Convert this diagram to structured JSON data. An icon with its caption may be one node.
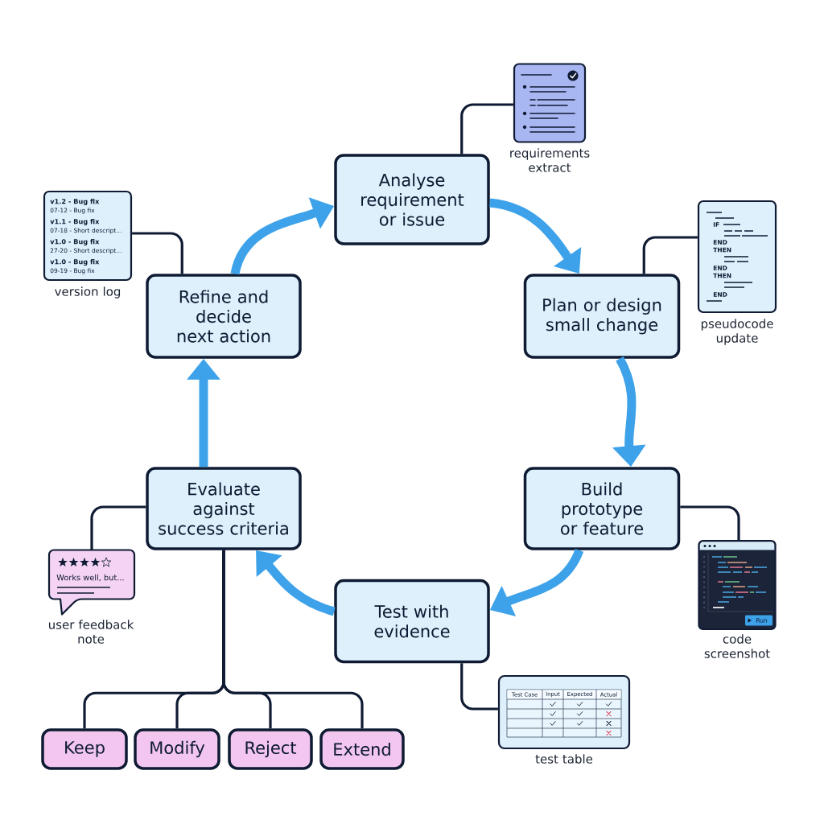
{
  "diagram": {
    "nodes": [
      {
        "text": [
          "Analyse requirement or issue"
        ]
      },
      {
        "text": [],
        "shape": "document",
        "beside": [
          "requirements extract"
        ]
      },
      {
        "text": [
          "v1.2 - Bug fix",
          "07-12 - Bug fix",
          "v1.1 - Bug fix",
          "07-18 - Short descript...",
          "v1.0 - Bug fix",
          "27-20 - Short descript...",
          "v1.0 - Bug fix",
          "09-19 - Bug fix"
        ],
        "beside": [
          "version log"
        ]
      },
      {
        "text": [
          "Refine and decide next action"
        ]
      },
      {
        "text": [
          "Plan or design small change"
        ]
      },
      {
        "text": [
          "IF",
          "END",
          "THEN",
          "END",
          "THEN",
          "END"
        ],
        "beside": [
          "pseudocode update"
        ]
      },
      {
        "text": [
          "Evaluate against success criteria"
        ]
      },
      {
        "text": [
          "Works well, but..."
        ],
        "beside": [
          "user feedback note"
        ]
      },
      {
        "text": [
          "Build prototype or feature"
        ]
      },
      {
        "text": [
          "Run"
        ],
        "beside": [
          "code screenshot"
        ]
      },
      {
        "text": [
          "Test with evidence"
        ]
      },
      {
        "text": [
          "Test Case",
          "Input",
          "Expected",
          "Actual"
        ],
        "beside": [
          "test table"
        ]
      },
      {
        "text": [
          "Keep"
        ]
      },
      {
        "text": [
          "Modify"
        ]
      },
      {
        "text": [
          "Reject"
        ]
      },
      {
        "text": [
          "Extend"
        ]
      }
    ],
    "edges": [
      {
        "from": 3,
        "to": 0,
        "arrow": "to",
        "style": "thick",
        "color": "#3da2e9"
      },
      {
        "from": 0,
        "to": 4,
        "arrow": "to",
        "style": "thick",
        "color": "#3da2e9"
      },
      {
        "from": 4,
        "to": 8,
        "arrow": "to",
        "style": "thick",
        "color": "#3da2e9"
      },
      {
        "from": 8,
        "to": 10,
        "arrow": "to",
        "style": "thick",
        "color": "#3da2e9"
      },
      {
        "from": 10,
        "to": 6,
        "arrow": "to",
        "style": "thick",
        "color": "#3da2e9"
      },
      {
        "from": 6,
        "to": 3,
        "arrow": "to",
        "style": "thick",
        "color": "#3da2e9"
      },
      {
        "from": 0,
        "to": 1,
        "arrow": "none"
      },
      {
        "from": 3,
        "to": 2,
        "arrow": "none"
      },
      {
        "from": 4,
        "to": 5,
        "arrow": "none"
      },
      {
        "from": 8,
        "to": 9,
        "arrow": "none"
      },
      {
        "from": 6,
        "to": 7,
        "arrow": "none"
      },
      {
        "from": 10,
        "to": 11,
        "arrow": "none"
      },
      {
        "from": 6,
        "to": 12,
        "arrow": "none"
      },
      {
        "from": 6,
        "to": 13,
        "arrow": "none"
      },
      {
        "from": 6,
        "to": 14,
        "arrow": "none"
      },
      {
        "from": 6,
        "to": 15,
        "arrow": "none"
      }
    ]
  }
}
